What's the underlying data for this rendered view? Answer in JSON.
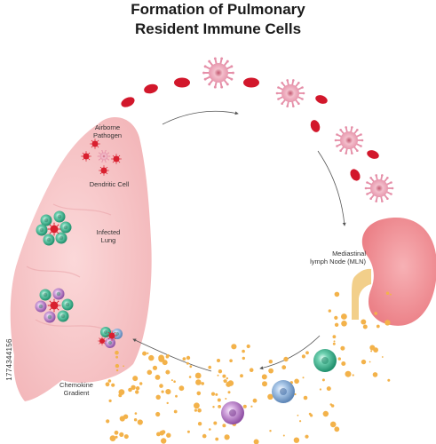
{
  "title": {
    "line1": "Formation of Pulmonary",
    "line2": "Resident Immune Cells"
  },
  "labels": {
    "airborne_pathogen": {
      "line1": "Airborne",
      "line2": "Pathogen"
    },
    "dendritic_cell": "Dendritic Cell",
    "infected_lung": {
      "line1": "Infected",
      "line2": "Lung"
    },
    "mediastinal_lymph_node": {
      "line1": "Mediastinal",
      "line2": "lymph Node (MLN)"
    },
    "chemokine_gradient": {
      "line1": "Chemokine",
      "line2": "Gradient"
    }
  },
  "side_id": "1774344156",
  "colors": {
    "lung": "#f6c2c4",
    "lung_shadow": "#eaa3a8",
    "lymph_node": "#f08a90",
    "lymph_node_stem": "#f2cf8a",
    "red_blood_cell": "#d2172b",
    "pathogen": "#d9202f",
    "dendritic_cell": "#e58fa8",
    "teal_cell": "#3fb795",
    "blue_cell": "#7fa8d4",
    "purple_cell": "#b57bc6",
    "gradient_dot": "#f3b24a",
    "arrow": "#555555"
  },
  "icons": [
    "pathogen-icon",
    "dendritic-cell-icon",
    "red-blood-cell-icon",
    "teal-immune-cell-icon",
    "blue-immune-cell-icon",
    "purple-immune-cell-icon"
  ]
}
